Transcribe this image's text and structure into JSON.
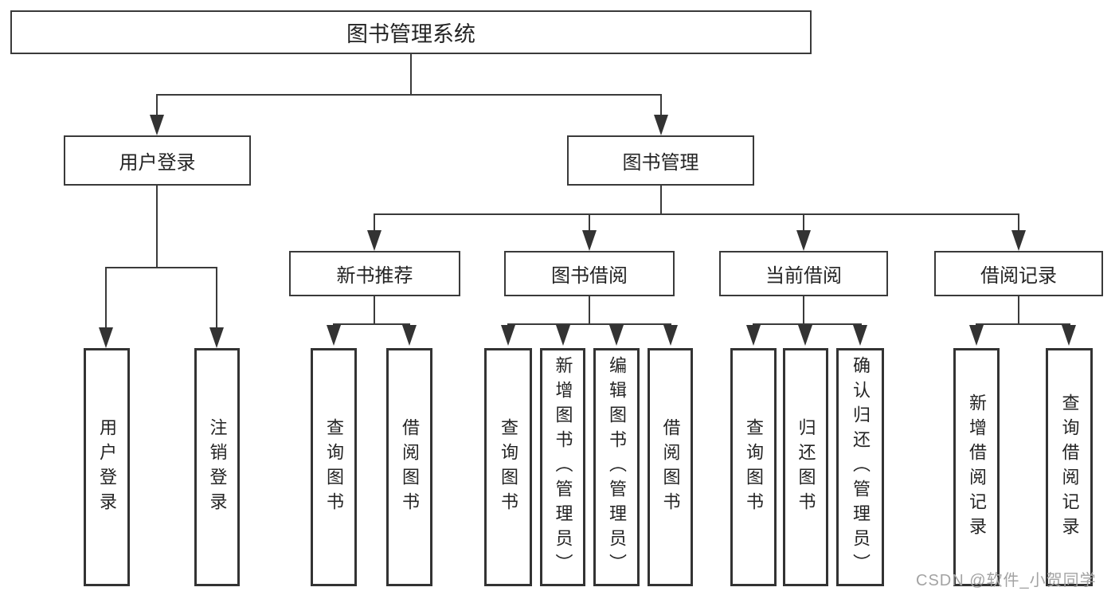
{
  "diagram": {
    "root": {
      "label": "图书管理系统"
    },
    "branches": [
      {
        "label": "用户登录",
        "children": [
          {
            "label": "用户登录"
          },
          {
            "label": "注销登录"
          }
        ]
      },
      {
        "label": "图书管理",
        "children": [
          {
            "label": "新书推荐",
            "children": [
              {
                "label": "查询图书"
              },
              {
                "label": "借阅图书"
              }
            ]
          },
          {
            "label": "图书借阅",
            "children": [
              {
                "label": "查询图书"
              },
              {
                "label": "新增图书（管理员）"
              },
              {
                "label": "编辑图书（管理员）"
              },
              {
                "label": "借阅图书"
              }
            ]
          },
          {
            "label": "当前借阅",
            "children": [
              {
                "label": "查询图书"
              },
              {
                "label": "归还图书"
              },
              {
                "label": "确认归还（管理员）"
              }
            ]
          },
          {
            "label": "借阅记录",
            "children": [
              {
                "label": "新增借阅记录"
              },
              {
                "label": "查询借阅记录"
              }
            ]
          }
        ]
      }
    ],
    "watermark": "CSDN @软件_小贺同学",
    "colors": {
      "line": "#3a3a3a",
      "text": "#242424",
      "watermark": "#a3a3a3",
      "background": "#ffffff"
    }
  }
}
